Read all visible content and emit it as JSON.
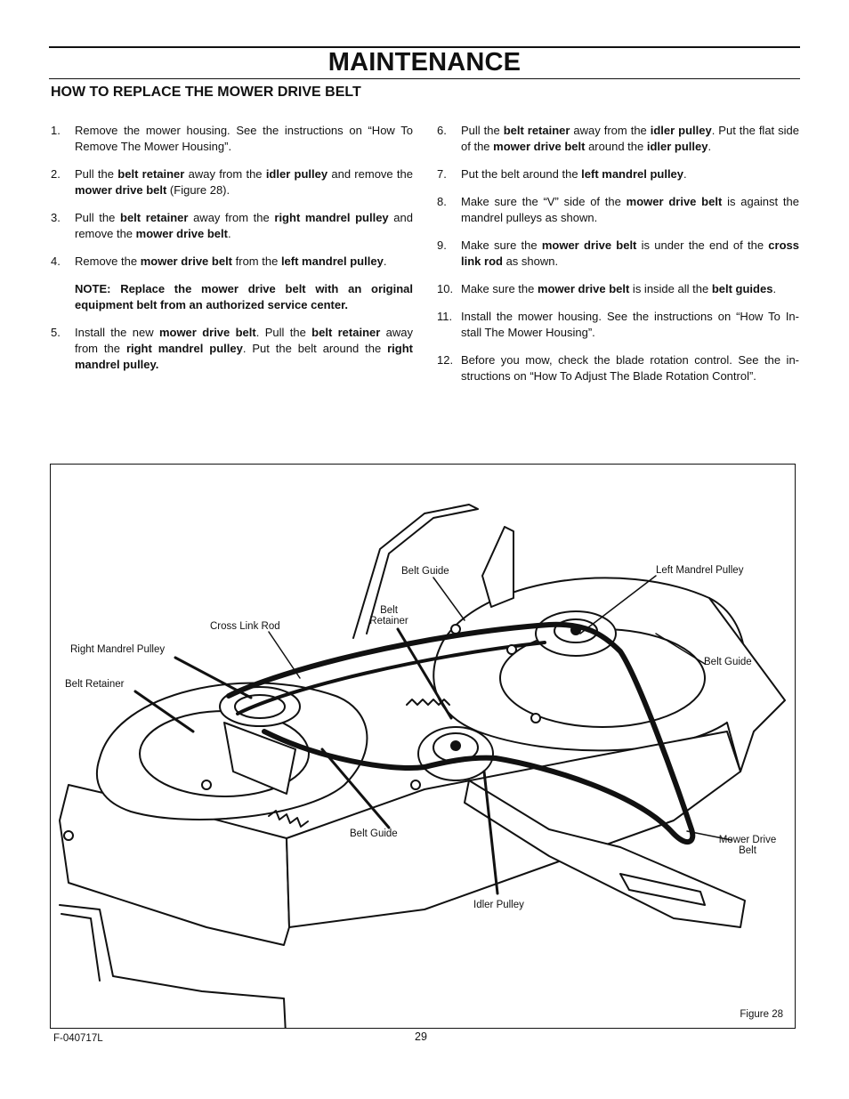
{
  "header": {
    "title": "MAINTENANCE",
    "section_heading": "HOW TO REPLACE THE MOWER DRIVE BELT"
  },
  "steps_left": [
    {
      "num": "1.",
      "parts": [
        {
          "t": "Remove the mower housing. See the instructions on “How To Remove The Mower Housing”."
        }
      ]
    },
    {
      "num": "2.",
      "parts": [
        {
          "t": "Pull the "
        },
        {
          "t": "belt retainer",
          "b": true
        },
        {
          "t": " away from the "
        },
        {
          "t": "idler pulley",
          "b": true
        },
        {
          "t": " and remove the "
        },
        {
          "t": "mower drive belt",
          "b": true
        },
        {
          "t": " (Figure 28)."
        }
      ]
    },
    {
      "num": "3.",
      "parts": [
        {
          "t": "Pull the "
        },
        {
          "t": "belt retainer",
          "b": true
        },
        {
          "t": " away from the "
        },
        {
          "t": "right mandrel pulley",
          "b": true
        },
        {
          "t": " and remove the "
        },
        {
          "t": "mower drive belt",
          "b": true
        },
        {
          "t": "."
        }
      ]
    },
    {
      "num": "4.",
      "parts": [
        {
          "t": "Remove the "
        },
        {
          "t": "mower drive belt",
          "b": true
        },
        {
          "t": " from the "
        },
        {
          "t": "left mandrel pulley",
          "b": true
        },
        {
          "t": "."
        }
      ]
    },
    {
      "num": "5.",
      "parts": [
        {
          "t": "Install the new "
        },
        {
          "t": "mower drive belt",
          "b": true
        },
        {
          "t": ". Pull the "
        },
        {
          "t": "belt retainer",
          "b": true
        },
        {
          "t": " away from the "
        },
        {
          "t": "right mandrel pulley",
          "b": true
        },
        {
          "t": ". Put the belt around the "
        },
        {
          "t": "right mandrel pulley.",
          "b": true
        }
      ]
    }
  ],
  "note": "NOTE: Replace the mower drive belt with an original equipment belt from an authorized service center.",
  "steps_right": [
    {
      "num": "6.",
      "parts": [
        {
          "t": "Pull the "
        },
        {
          "t": "belt retainer",
          "b": true
        },
        {
          "t": " away from the "
        },
        {
          "t": "idler pulley",
          "b": true
        },
        {
          "t": ". Put the flat side of the "
        },
        {
          "t": "mower drive belt",
          "b": true
        },
        {
          "t": " around the "
        },
        {
          "t": "idler pulley",
          "b": true
        },
        {
          "t": "."
        }
      ]
    },
    {
      "num": "7.",
      "parts": [
        {
          "t": "Put the belt around the "
        },
        {
          "t": "left mandrel pulley",
          "b": true
        },
        {
          "t": "."
        }
      ]
    },
    {
      "num": "8.",
      "parts": [
        {
          "t": "Make sure the “V” side of the "
        },
        {
          "t": "mower drive belt",
          "b": true
        },
        {
          "t": " is against the mandrel pulleys as shown."
        }
      ]
    },
    {
      "num": "9.",
      "parts": [
        {
          "t": "Make sure the "
        },
        {
          "t": "mower drive belt",
          "b": true
        },
        {
          "t": " is under the end of the "
        },
        {
          "t": "cross link rod",
          "b": true
        },
        {
          "t": " as shown."
        }
      ]
    },
    {
      "num": "10.",
      "parts": [
        {
          "t": "Make sure the "
        },
        {
          "t": "mower drive belt",
          "b": true
        },
        {
          "t": " is inside all the "
        },
        {
          "t": "belt guides",
          "b": true
        },
        {
          "t": "."
        }
      ]
    },
    {
      "num": "11.",
      "parts": [
        {
          "t": "Install the mower housing. See the instructions on “How To In- stall The Mower Housing”."
        }
      ]
    },
    {
      "num": "12.",
      "parts": [
        {
          "t": "Before you mow, check the blade rotation control. See the in- structions on “How To Adjust The Blade Rotation Control”."
        }
      ]
    }
  ],
  "figure": {
    "caption": "Figure 28",
    "labels": {
      "belt_guide_top": "Belt Guide",
      "left_mandrel_pulley": "Left Mandrel Pulley",
      "belt_retainer_center": "Belt Retainer",
      "cross_link_rod": "Cross Link Rod",
      "right_mandrel_pulley": "Right Mandrel Pulley",
      "belt_retainer_left": "Belt Retainer",
      "belt_guide_right": "Belt Guide",
      "belt_guide_bottom": "Belt Guide",
      "mower_drive_belt": "Mower Drive Belt",
      "idler_pulley": "Idler Pulley"
    }
  },
  "footer": {
    "doc_code": "F-040717L",
    "page_number": "29"
  }
}
